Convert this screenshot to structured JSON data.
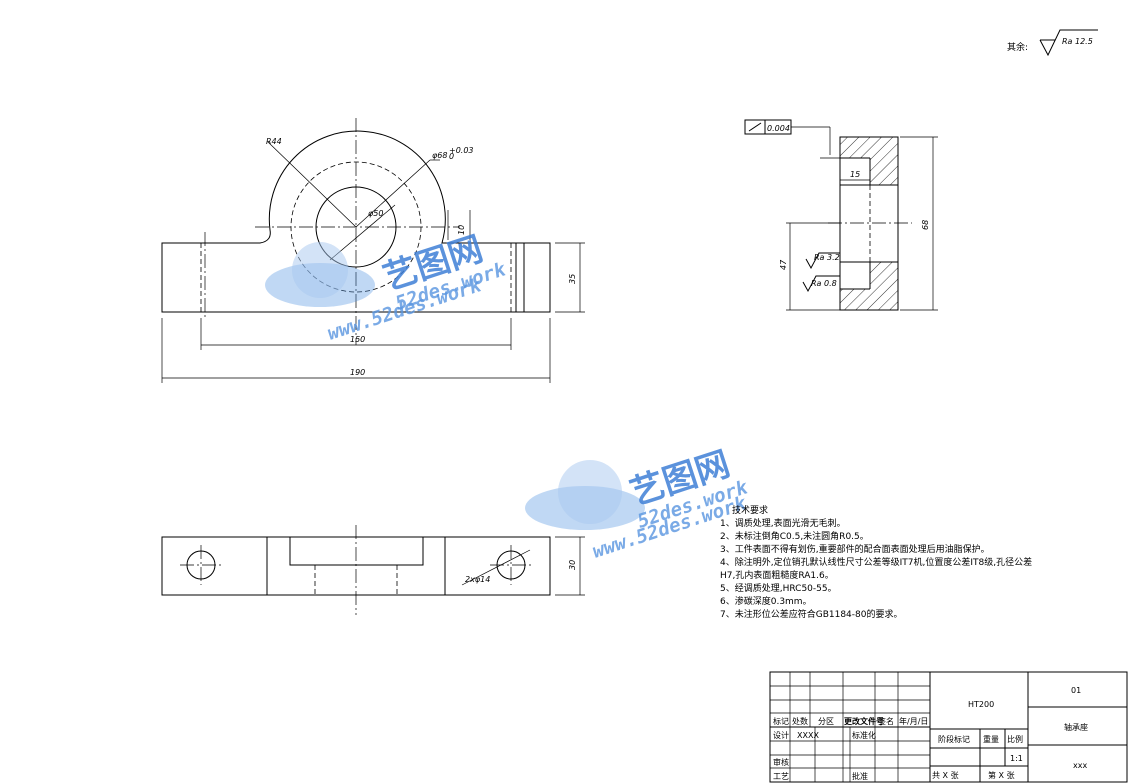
{
  "drawing": {
    "default_roughness": {
      "prefix": "其余:",
      "value": "Ra 12.5"
    },
    "dims_front": {
      "r": "R44",
      "bore_outer": "φ68",
      "tol_upper": "+0.03",
      "tol_lower": "0",
      "bore_inner": "φ50",
      "groove": "10",
      "height": "35",
      "hole_spacing": "150",
      "length": "190"
    },
    "dims_top": {
      "hole": "2xφ14",
      "width": "30"
    },
    "dims_section": {
      "tolerance_value": "0.004",
      "step": "15",
      "outer": "68",
      "inner": "47",
      "ra1": "Ra 3.2",
      "ra2": "Ra 0.8"
    }
  },
  "watermark": {
    "brand": "艺图网",
    "domain": "52des.work",
    "url_text": "www.52des.work"
  },
  "technical_requirements": {
    "title": "技术要求",
    "items": [
      "1、调质处理,表面光滑无毛刺。",
      "2、未标注倒角C0.5,未注圆角R0.5。",
      "3、工件表面不得有划伤,重要部件的配合面表面处理后用油脂保护。",
      "4、除注明外,定位销孔默认线性尺寸公差等级IT7机,位置度公差IT8级,孔径公差",
      "H7,孔内表面粗糙度RA1.6。",
      "5、经调质处理,HRC50-55。",
      "6、渗碳深度0.3mm。",
      "7、未注形位公差应符合GB1184-80的要求。"
    ]
  },
  "title_block": {
    "material": "HT200",
    "drawing_no": "01",
    "part_name": "轴承座",
    "company": "xxx",
    "row_labels": [
      "标记",
      "处数",
      "分区",
      "更改文件号",
      "签名",
      "年/月/日"
    ],
    "design": "设计",
    "designer": "XXXX",
    "standardize": "标准化",
    "review": "审核",
    "process": "工艺",
    "approve": "批准",
    "stage_mark": "阶段标记",
    "weight": "重量",
    "scale_label": "比例",
    "scale": "1:1",
    "sheets_total": "共 X 张",
    "sheet_no": "第 X 张"
  }
}
